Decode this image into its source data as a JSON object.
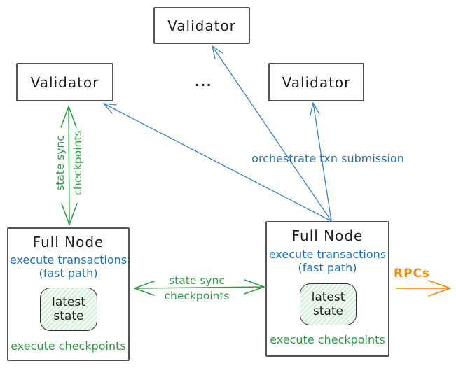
{
  "colors": {
    "green": "#2f9e44",
    "blue_text": "#1b74c5",
    "blue_line": "#3585cf",
    "orange": "#f08c00",
    "box_border": "#4f555b",
    "ink": "#1e1e1e",
    "hatch_bg": "#f4fbf5",
    "hatch_line": "#c6ebcc"
  },
  "nodes": {
    "validator_top": {
      "label": "Validator"
    },
    "validator_left": {
      "label": "Validator"
    },
    "validator_right": {
      "label": "Validator"
    },
    "ellipsis": "...",
    "full_node_left": {
      "title": "Full Node",
      "execute_transactions": "execute transactions",
      "fast_path": "(fast path)",
      "latest_line1": "latest",
      "latest_line2": "state",
      "execute_checkpoints": "execute checkpoints"
    },
    "full_node_right": {
      "title": "Full Node",
      "execute_transactions": "execute transactions",
      "fast_path": "(fast path)",
      "latest_line1": "latest",
      "latest_line2": "state",
      "execute_checkpoints": "execute checkpoints"
    }
  },
  "edges": {
    "state_sync_vertical": {
      "line1": "state sync",
      "line2": "checkpoints"
    },
    "state_sync_horizontal": {
      "line1": "state sync",
      "line2": "checkpoints"
    },
    "orchestrate": "orchestrate txn submission",
    "rpcs": "RPCs"
  }
}
